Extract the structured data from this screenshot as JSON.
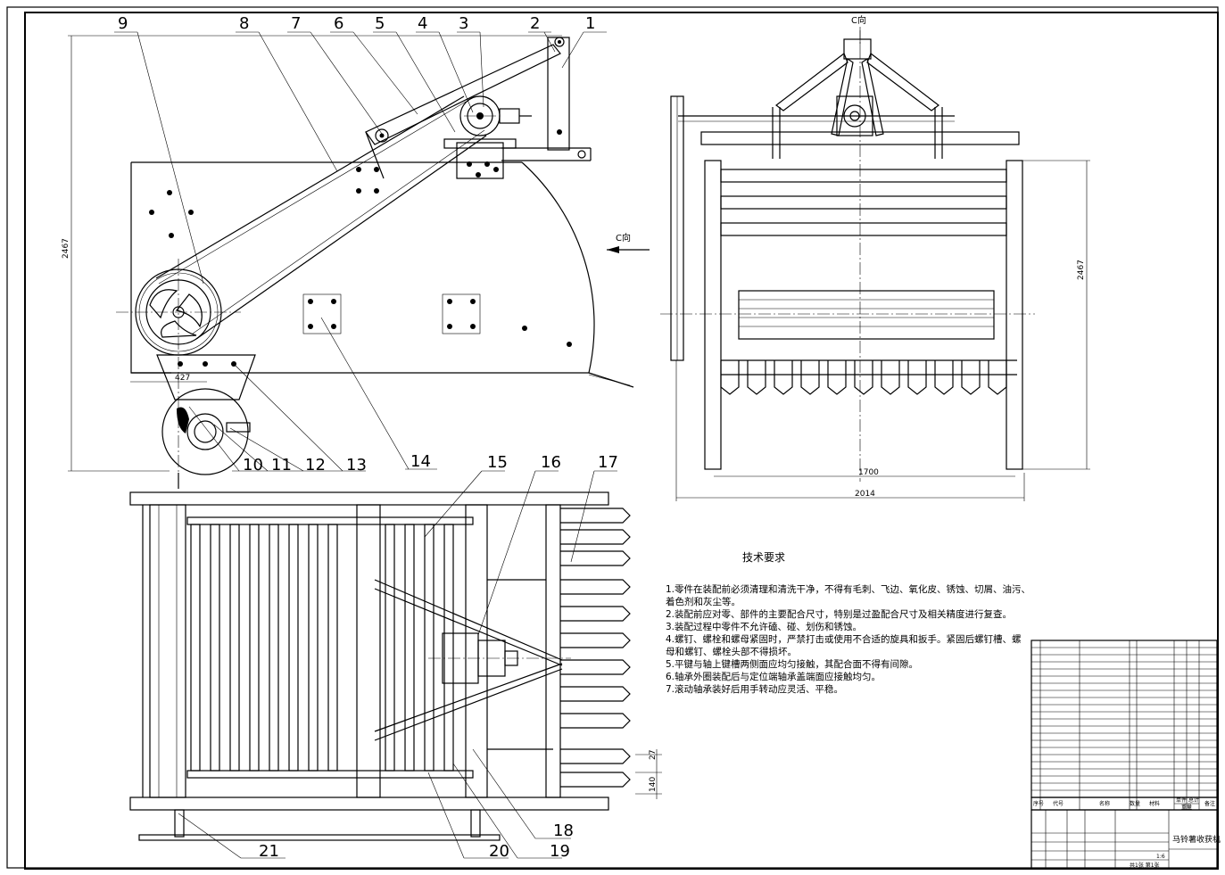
{
  "balloons": [
    "1",
    "2",
    "3",
    "4",
    "5",
    "6",
    "7",
    "8",
    "9",
    "10",
    "11",
    "12",
    "13",
    "14",
    "15",
    "16",
    "17",
    "18",
    "19",
    "20",
    "21"
  ],
  "view_labels": {
    "c_direction_top": "C向",
    "c_direction_arrow": "C向"
  },
  "dimensions": {
    "height_left": "2467",
    "width_427": "427",
    "height_right": "2467",
    "width_1700": "1700",
    "width_2014": "2014",
    "dim_27": "27",
    "dim_140": "140"
  },
  "technical_requirements": {
    "title": "技术要求",
    "lines": [
      "1.零件在装配前必须清理和清洗干净，不得有毛刺、飞边、氧化皮、锈蚀、切屑、油污、",
      "着色剂和灰尘等。",
      "2.装配前应对零、部件的主要配合尺寸，特别是过盈配合尺寸及相关精度进行复查。",
      "3.装配过程中零件不允许磕、碰、划伤和锈蚀。",
      "4.螺钉、螺栓和螺母紧固时，严禁打击或使用不合适的旋具和扳手。紧固后螺钉槽、螺",
      "母和螺钉、螺栓头部不得损坏。",
      "5.平键与轴上键槽两侧面应均匀接触，其配合面不得有间隙。",
      "6.轴承外圈装配后与定位端轴承盖端面应接触均匀。",
      "7.滚动轴承装好后用手转动应灵活、平稳。"
    ]
  },
  "parts_list": {
    "header": [
      "序号",
      "代号",
      "名称",
      "数量",
      "材料",
      "单件",
      "总计",
      "重量",
      "备注"
    ]
  },
  "title_block": {
    "drawing_name": "马铃薯收获机",
    "scale": "1:6",
    "sheet": "共1张 第1张"
  }
}
